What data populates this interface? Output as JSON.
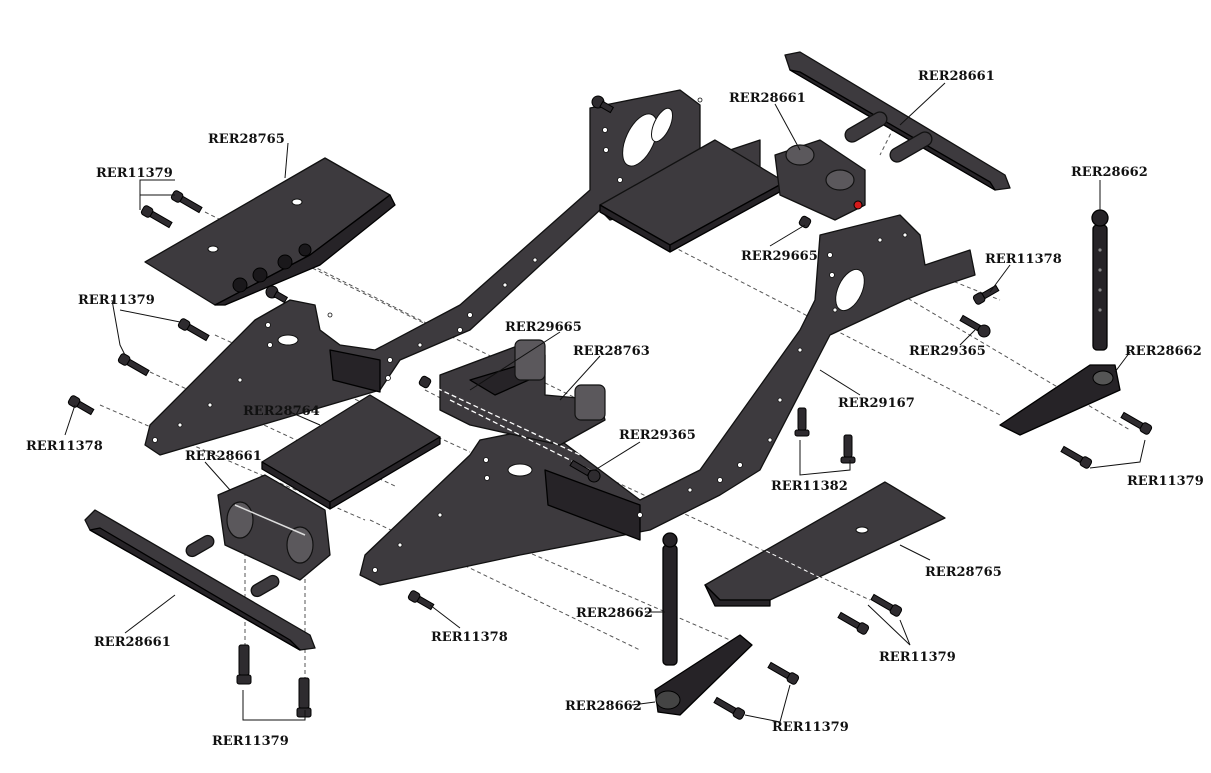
{
  "labels": {
    "rer28765_left": "RER28765",
    "rer28765_right": "RER28765",
    "rer11379_topleft": "RER11379",
    "rer11379_midleft": "RER11379",
    "rer11379_right": "RER11379",
    "rer11379_bottomright": "RER11379",
    "rer11379_bottom": "RER11379",
    "rer11379_bottomleft": "RER11379",
    "rer11378_left": "RER11378",
    "rer11378_bottom": "RER11378",
    "rer11378_right": "RER11378",
    "rer28661_top": "RER28661",
    "rer28661_topright": "RER28661",
    "rer28661_left": "RER28661",
    "rer28661_bottomleft": "RER28661",
    "rer29665_top": "RER29665",
    "rer29665_mid": "RER29665",
    "rer28763": "RER28763",
    "rer28764": "RER28764",
    "rer29365_mid": "RER29365",
    "rer29365_right": "RER29365",
    "rer29167": "RER29167",
    "rer11382": "RER11382",
    "rer28662_topright": "RER28662",
    "rer28662_right": "RER28662",
    "rer28662_mid": "RER28662",
    "rer28662_bottom": "RER28662"
  }
}
